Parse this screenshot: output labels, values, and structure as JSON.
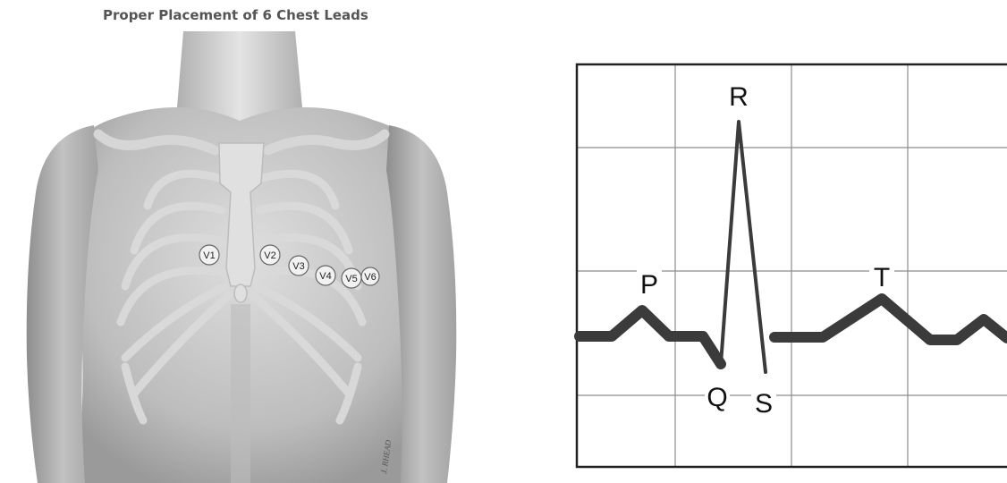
{
  "title": "Proper Placement of 6 Chest Leads",
  "artist_signature": "J. RHEAD",
  "leads": [
    "V1",
    "V2",
    "V3",
    "V4",
    "V5",
    "V6"
  ],
  "waves": {
    "p": "P",
    "q": "Q",
    "r": "R",
    "s": "S",
    "t": "T"
  },
  "colors": {
    "title": "#555555",
    "skin": "#c9c9c9",
    "bone": "#e3e3e3",
    "trace": "#3b3b3b",
    "grid": "#8c8c8c"
  }
}
